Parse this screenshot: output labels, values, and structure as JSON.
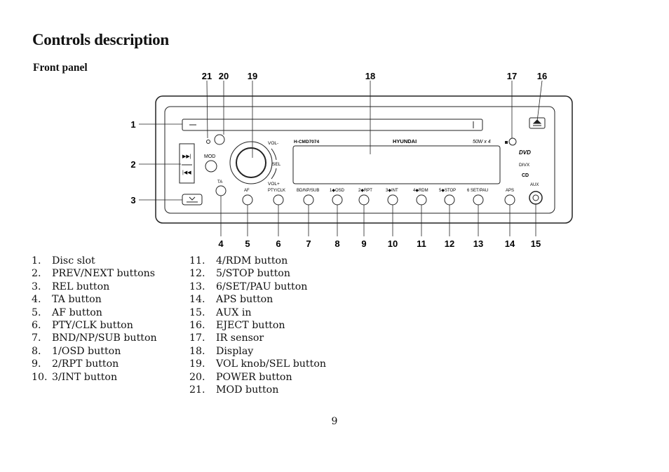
{
  "page": {
    "title": "Controls description",
    "subtitle": "Front panel",
    "page_number": "9"
  },
  "diagram": {
    "brand": "HYUNDAI",
    "model": "H-CMD7074",
    "power_rating": "50W x 4",
    "labels": {
      "vol_minus": "VOL-",
      "vol_plus": "VOL+",
      "sel": "SEL",
      "mod": "MOD",
      "ta": "TA",
      "af": "AF",
      "pty": "PTY/CLK",
      "bnd": "BD/NP/SUB",
      "btn1": "1◆OSD",
      "btn2": "2◆RPT",
      "btn3": "3◆INT",
      "btn4": "4◆RDM",
      "btn5": "5◆STOP",
      "btn6": "6 SET/PAU",
      "aps": "APS",
      "aux": "AUX",
      "dvd": "DVD",
      "divx": "DIVX",
      "cd": "CD"
    },
    "callouts_top": [
      "21",
      "20",
      "19",
      "18",
      "17",
      "16"
    ],
    "callouts_left": [
      "1",
      "2",
      "3"
    ],
    "callouts_bottom": [
      "4",
      "5",
      "6",
      "7",
      "8",
      "9",
      "10",
      "11",
      "12",
      "13",
      "14",
      "15"
    ]
  },
  "legend": {
    "left": [
      {
        "num": "1.",
        "label": "Disc slot"
      },
      {
        "num": "2.",
        "label": "PREV/NEXT buttons"
      },
      {
        "num": "3.",
        "label": "REL button"
      },
      {
        "num": "4.",
        "label": "TA button"
      },
      {
        "num": "5.",
        "label": "AF button"
      },
      {
        "num": "6.",
        "label": "PTY/CLK button"
      },
      {
        "num": "7.",
        "label": "BND/NP/SUB button"
      },
      {
        "num": "8.",
        "label": "1/OSD button"
      },
      {
        "num": "9.",
        "label": "2/RPT button"
      },
      {
        "num": "10.",
        "label": "3/INT button"
      }
    ],
    "right": [
      {
        "num": "11.",
        "label": "4/RDM button"
      },
      {
        "num": "12.",
        "label": "5/STOP button"
      },
      {
        "num": "13.",
        "label": "6/SET/PAU button"
      },
      {
        "num": "14.",
        "label": "APS button"
      },
      {
        "num": "15.",
        "label": "AUX in"
      },
      {
        "num": "16.",
        "label": "EJECT button"
      },
      {
        "num": "17.",
        "label": "IR sensor"
      },
      {
        "num": "18.",
        "label": "Display"
      },
      {
        "num": "19.",
        "label": "VOL knob/SEL button"
      },
      {
        "num": "20.",
        "label": "POWER button"
      },
      {
        "num": "21.",
        "label": "MOD button"
      }
    ]
  }
}
